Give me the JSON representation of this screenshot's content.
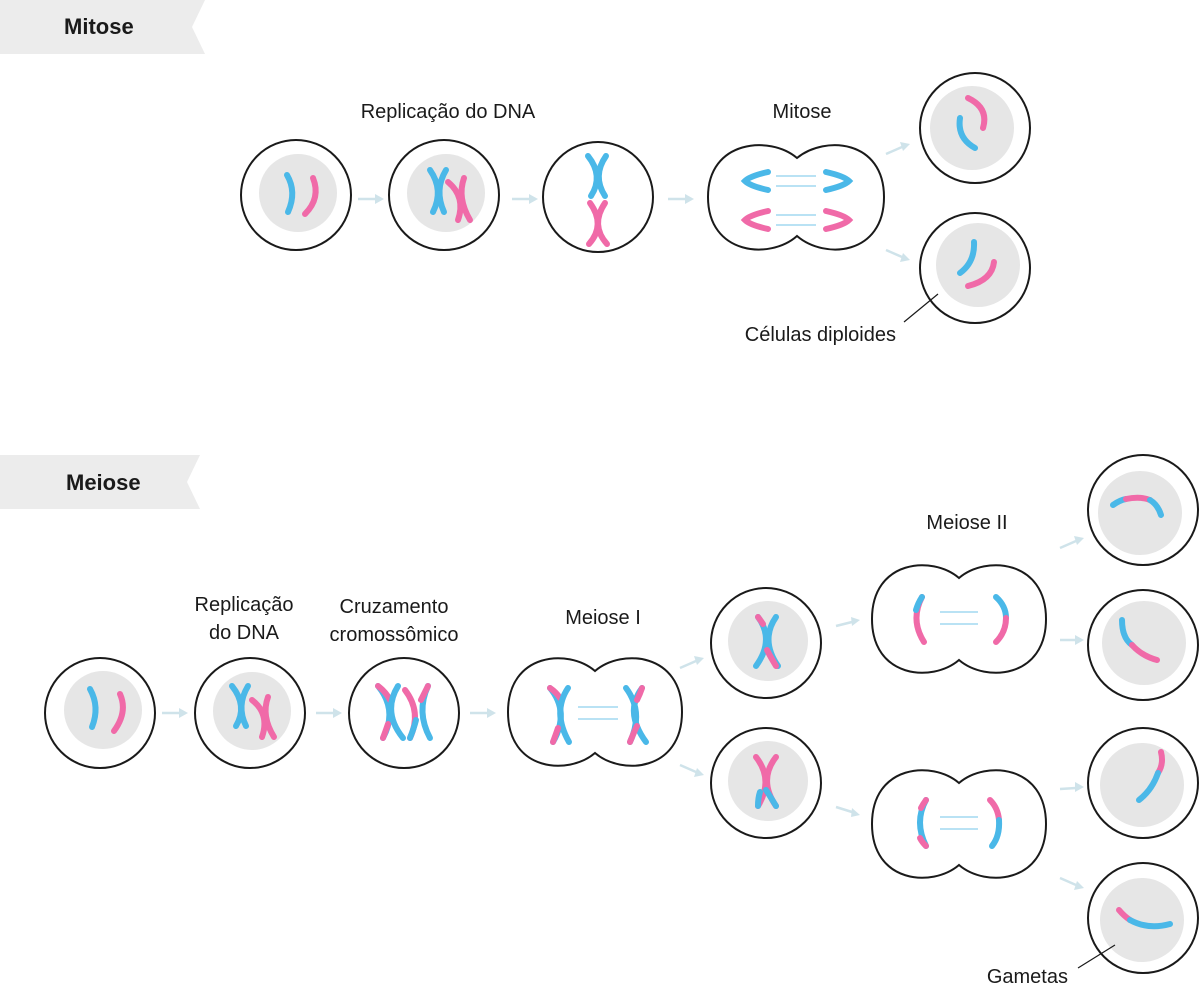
{
  "sections": {
    "mitosis": {
      "tag": "Mitose"
    },
    "meiosis": {
      "tag": "Meiose"
    }
  },
  "labels": {
    "mitosis_replication": "Replicação do DNA",
    "mitosis_division": "Mitose",
    "diploid_cells": "Células diploides",
    "meiosis_replication_line1": "Replicação",
    "meiosis_replication_line2": "do DNA",
    "crossing_over_line1": "Cruzamento",
    "crossing_over_line2": "cromossômico",
    "meiosis_one": "Meiose I",
    "meiosis_two": "Meiose II",
    "gametes": "Gametas"
  },
  "colors": {
    "chromosome_a": "#4ab8e8",
    "chromosome_b": "#f06aa8",
    "nucleus": "#e6e6e6",
    "arrow": "#cfe3ea"
  }
}
